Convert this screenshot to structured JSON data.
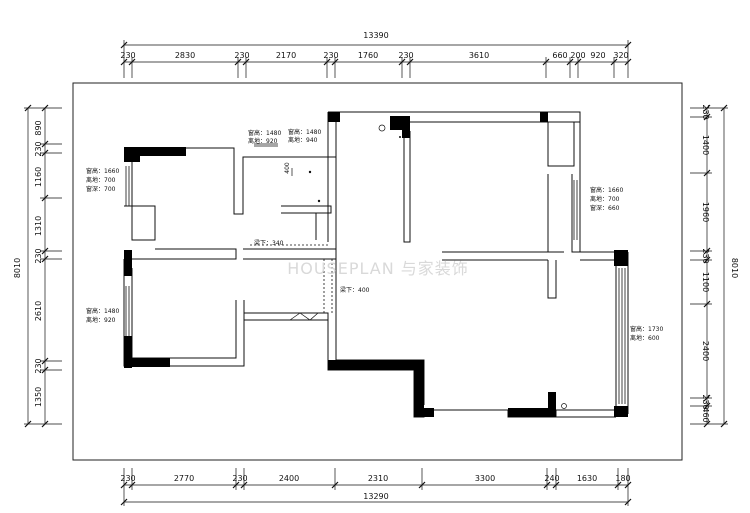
{
  "dimensions": {
    "top_total": "13390",
    "top_segments": [
      "230",
      "2830",
      "230",
      "2170",
      "230",
      "1760",
      "230",
      "3610",
      "660",
      "200",
      "920",
      "320"
    ],
    "bottom_total": "13290",
    "bottom_segments": [
      "230",
      "2770",
      "230",
      "2400",
      "2310",
      "3300",
      "240",
      "1630",
      "180"
    ],
    "left_total": "8010",
    "left_segments": [
      "890",
      "230",
      "1160",
      "1310",
      "230",
      "2610",
      "230",
      "1350"
    ],
    "right_total": "8010",
    "right_segments": [
      "230",
      "1400",
      "1960",
      "230",
      "1100",
      "2400",
      "230",
      "460"
    ]
  },
  "annotations": {
    "win_top_left_1": "窗高：1480",
    "win_top_left_2": "离地：920",
    "win_top_mid_1": "窗高：1480",
    "win_top_mid_2": "离地：940",
    "win_left_top_1": "窗高：1660",
    "win_left_top_2": "离地：700",
    "win_left_top_3": "窗深：700",
    "win_left_bot_1": "窗高：1480",
    "win_left_bot_2": "离地：920",
    "win_right_top_1": "窗高：1660",
    "win_right_top_2": "离地：700",
    "win_right_top_3": "窗深：660",
    "win_right_bot_1": "窗高：1730",
    "win_right_bot_2": "离地：600",
    "beam_1": "梁下：340",
    "beam_2": "梁下：400",
    "small_dim": "400"
  },
  "watermark": "HOUSEPLAN 与家装饰",
  "colors": {
    "wall": "#000000",
    "line": "#111111",
    "frame": "#222222"
  }
}
